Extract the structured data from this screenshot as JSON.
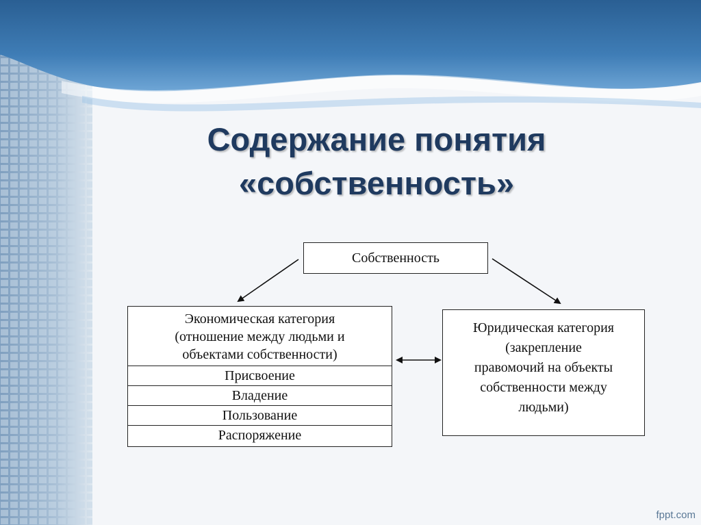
{
  "slide": {
    "title_line1": "Содержание понятия",
    "title_line2": "«собственность»",
    "footer": "fppt.com"
  },
  "diagram": {
    "root": "Собственность",
    "economic": {
      "header_lines": [
        "Экономическая категория",
        "(отношение между людьми и",
        "объектами собственности)"
      ],
      "rows": [
        "Присвоение",
        "Владение",
        "Пользование",
        "Распоряжение"
      ]
    },
    "legal": {
      "lines": [
        "Юридическая категория",
        "(закрепление",
        "правомочий на объекты",
        "собственности между",
        "людьми)"
      ]
    }
  },
  "colors": {
    "title": "#1f3a5f",
    "banner": "#2f6aa0",
    "footer": "#5a7896"
  }
}
